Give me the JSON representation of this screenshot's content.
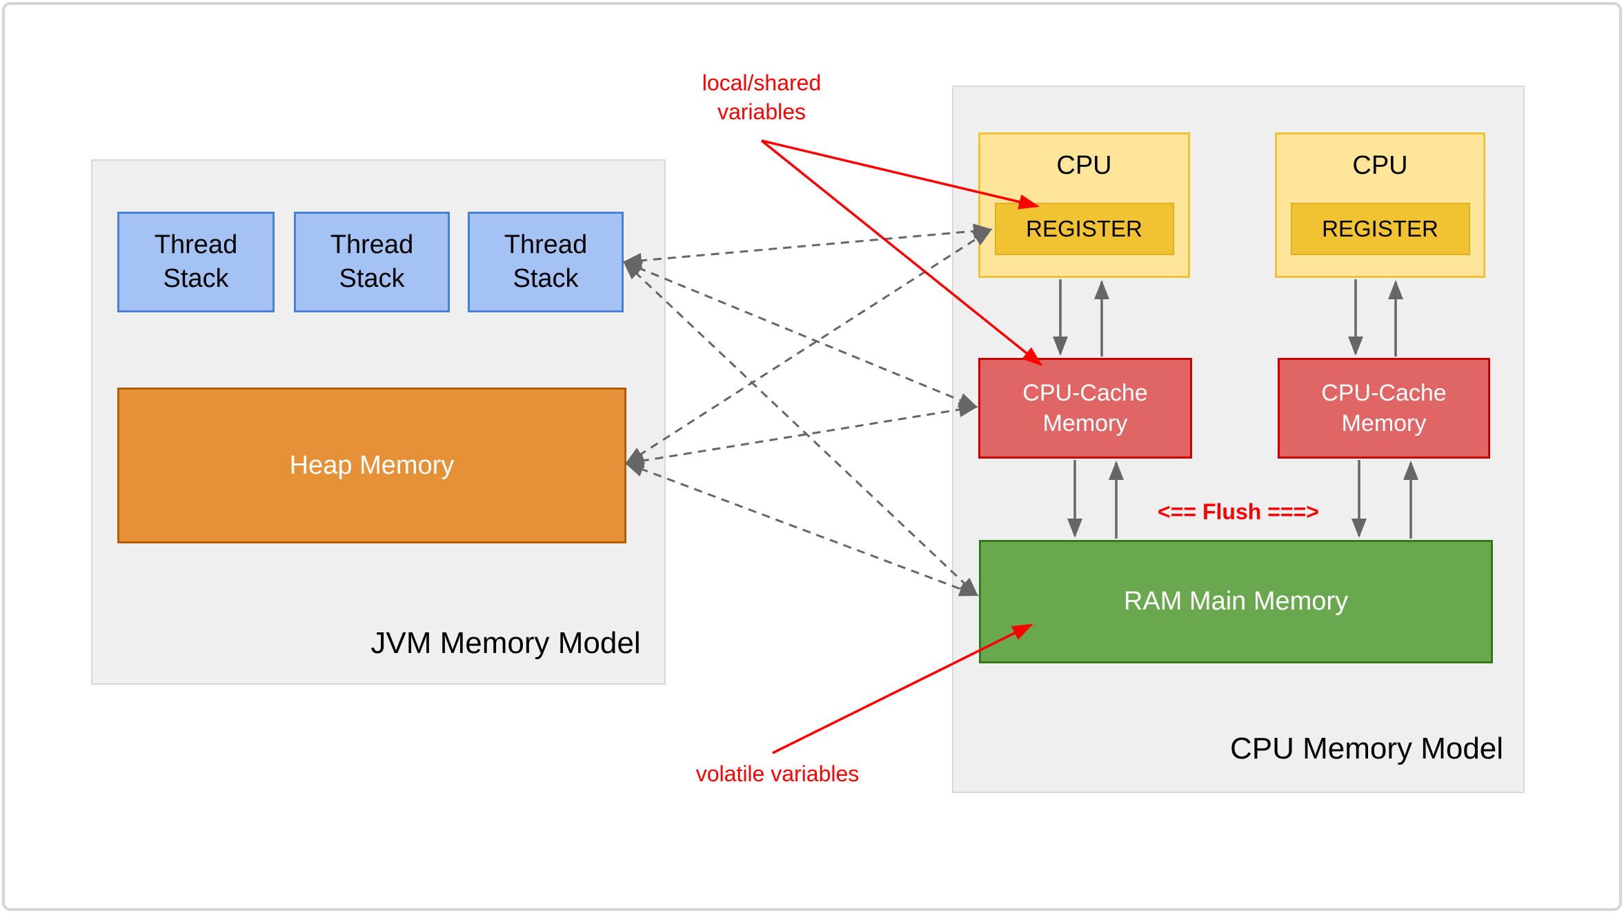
{
  "jvm_model": {
    "title": "JVM Memory Model",
    "thread_stacks": [
      "Thread Stack",
      "Thread Stack",
      "Thread Stack"
    ],
    "heap_label": "Heap Memory"
  },
  "cpu_model": {
    "title": "CPU Memory Model",
    "cpus": [
      {
        "label": "CPU",
        "register_label": "REGISTER"
      },
      {
        "label": "CPU",
        "register_label": "REGISTER"
      }
    ],
    "caches": [
      "CPU-Cache Memory",
      "CPU-Cache Memory"
    ],
    "ram_label": "RAM Main Memory",
    "flush_label": "<== Flush ===>"
  },
  "annotations": {
    "local_shared_label": "local/shared variables",
    "volatile_label": "volatile variables"
  },
  "colors": {
    "container_fill": "#efefef",
    "container_border": "#d9d9d9",
    "thread_fill": "#a4c2f4",
    "thread_border": "#4a7fd6",
    "heap_fill": "#e69138",
    "heap_border": "#b45f06",
    "cpu_fill": "#ffe599",
    "cpu_border": "#f1c232",
    "register_fill": "#f1c232",
    "register_border": "#e3ae24",
    "cache_fill": "#e06666",
    "cache_border": "#cc0000",
    "ram_fill": "#6aa84f",
    "ram_border": "#38761d",
    "arrow_gray": "#666666",
    "annotation_red": "#ff0000"
  }
}
